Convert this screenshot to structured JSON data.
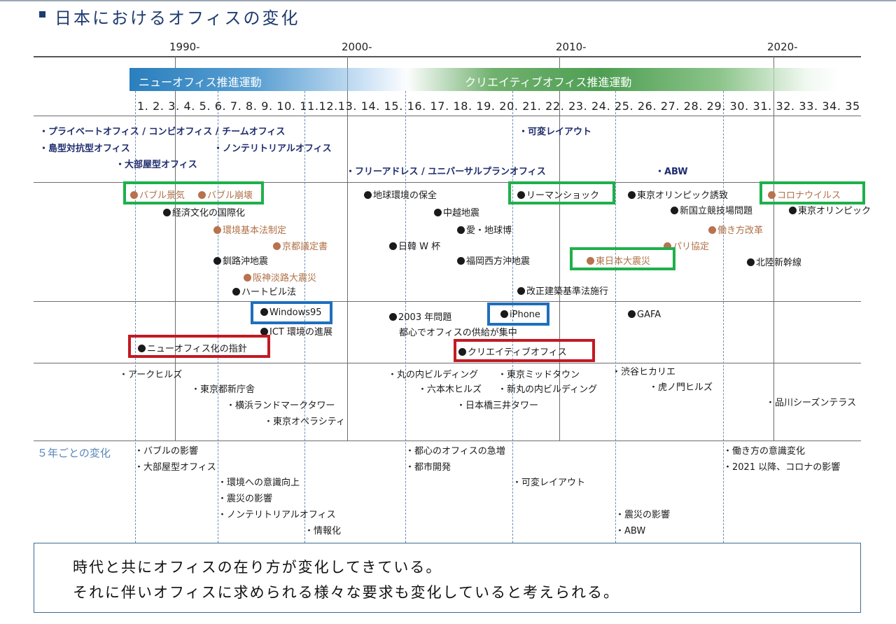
{
  "title": "日本におけるオフィスの変化",
  "decades": [
    "1990-",
    "2000-",
    "2010-",
    "2020-"
  ],
  "movements": {
    "new_office": "ニューオフィス推進運動",
    "creative_office": "クリエイティブオフィス推進運動"
  },
  "year_numbers": "1.  2.  3.  4.  5.  6.  7.  8.  9. 10. 11.12.13. 14. 15. 16. 17. 18. 19. 20. 21. 22. 23. 24. 25. 26. 27. 28. 29. 30. 31. 32. 33. 34. 35",
  "office_types": {
    "private": "・プライベートオフィス / コンビオフィス / チームオフィス",
    "island": "・島型対抗型オフィス",
    "large_room": "・大部屋型オフィス",
    "non_territorial": "・ノンテリトリアルオフィス",
    "free_address": "・フリーアドレス / ユニバーサルプランオフィス",
    "variable_layout": "・可変レイアウト",
    "abw": "・ABW"
  },
  "events": {
    "bubble_boom": "バブル景気",
    "bubble_collapse": "バブル崩壊",
    "economy_culture": "経済文化の国際化",
    "env_basic_law": "環境基本法制定",
    "kyoto_protocol": "京都議定書",
    "kushiro_quake": "釧路沖地震",
    "hanshin_quake": "阪神淡路大震災",
    "heartbuilding_law": "ハートビル法",
    "global_env": "地球環境の保全",
    "chuetsu_quake": "中越地震",
    "aichi_expo": "愛・地球博",
    "worldcup": "日韓 W 杯",
    "fukuoka_quake": "福岡西方沖地震",
    "lehman": "リーマンショック",
    "building_law": "改正建築基準法施行",
    "great_quake": "東日本大震災",
    "olympic_bid": "東京オリンピック誘致",
    "stadium": "新国立競技場問題",
    "work_reform": "働き方改革",
    "paris": "パリ協定",
    "hokuriku": "北陸新幹線",
    "corona": "コロナウイルス",
    "tokyo_olympics": "東京オリンピック"
  },
  "tech": {
    "windows95": "Windows95",
    "ict": "ICT 環境の進展",
    "new_office_guideline": "ニューオフィス化の指針",
    "y2k": "2003 年問題",
    "supply": "都心でオフィスの供給が集中",
    "iphone": "iPhone",
    "creative_office": "クリエイティブオフィス",
    "gafa": "GAFA"
  },
  "buildings": {
    "ark_hills": "・アークヒルズ",
    "tocho": "・東京都新庁舎",
    "landmark": "・横浜ランドマークタワー",
    "opera_city": "・東京オペラシティ",
    "marunouchi": "・丸の内ビルディング",
    "roppongi": "・六本木ヒルズ",
    "midtown": "・東京ミッドタウン",
    "shin_marunouchi": "・新丸の内ビルディング",
    "mitsui": "・日本橋三井タワー",
    "hikarie": "・渋谷ヒカリエ",
    "toranomon": "・虎ノ門ヒルズ",
    "shinagawa": "・品川シーズンテラス"
  },
  "five_year": {
    "label": "５年ごとの変化",
    "c1": "・バブルの影響",
    "c2": "・大部屋型オフィス",
    "c3": "・環境への意識向上",
    "c4": "・震災の影響",
    "c5": "・ノンテリトリアルオフィス",
    "c6": "・情報化",
    "c7": "・都心のオフィスの急増",
    "c8": "・都市開発",
    "c9": "・可変レイアウト",
    "c10": "・震災の影響",
    "c11": "・ABW",
    "c12": "・働き方の意識変化",
    "c13": "・2021 以降、コロナの影響"
  },
  "summary": {
    "line1": "時代と共にオフィスの在り方が変化してきている。",
    "line2": "それに伴いオフィスに求められる様々な要求も変化していると考えられる。"
  }
}
